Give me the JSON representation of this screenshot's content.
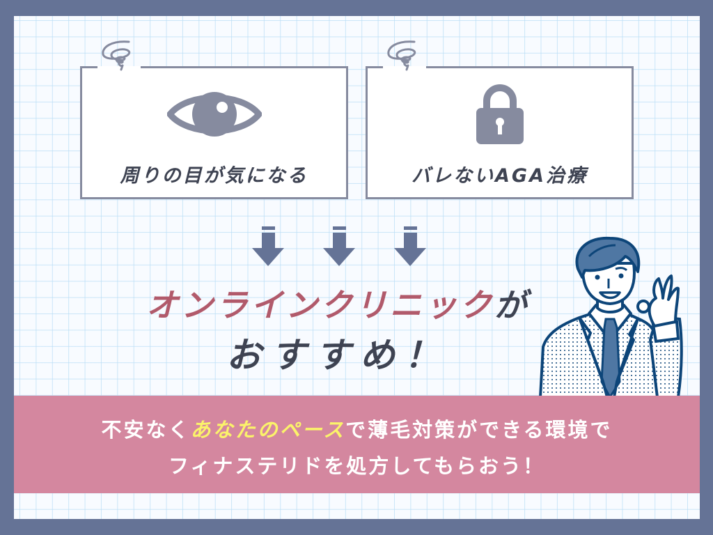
{
  "colors": {
    "frame": "#657396",
    "grid_bg": "#f8fbff",
    "grid_line": "#badef6",
    "card_border": "#868b9f",
    "icon_gray": "#868b9f",
    "text_dark": "#3e4352",
    "accent_red": "#b15a6b",
    "arrow_blue": "#657396",
    "banner_pink": "#d4879f",
    "highlight_yellow": "#fbf36a",
    "illustration_blue": "#0d4579"
  },
  "cards": [
    {
      "icon": "eye-icon",
      "label": "周りの目が気になる"
    },
    {
      "icon": "lock-icon",
      "label": "バレないAGA治療"
    }
  ],
  "arrows": {
    "count": 3,
    "icon": "arrow-down-icon"
  },
  "headline": {
    "line1_accent": "オンラインクリニック",
    "line1_tail": "が",
    "line2": "おすすめ！"
  },
  "illustration": {
    "subject": "businessman-ok-gesture"
  },
  "banner": {
    "line1_prefix": "不安なく",
    "line1_highlight": "あなたのペース",
    "line1_suffix": "で薄毛対策ができる環境で",
    "line2": "フィナステリドを処方してもらおう！"
  }
}
